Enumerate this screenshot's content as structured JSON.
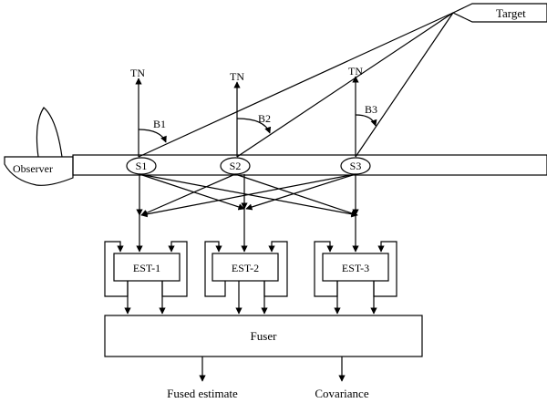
{
  "target": {
    "label": "Target"
  },
  "observer": {
    "label": "Observer"
  },
  "sensors": [
    {
      "id": "S1",
      "north": "TN",
      "bearing": "B1"
    },
    {
      "id": "S2",
      "north": "TN",
      "bearing": "B2"
    },
    {
      "id": "S3",
      "north": "TN",
      "bearing": "B3"
    }
  ],
  "estimators": [
    {
      "label": "EST-1"
    },
    {
      "label": "EST-2"
    },
    {
      "label": "EST-3"
    }
  ],
  "fuser": {
    "label": "Fuser"
  },
  "outputs": {
    "fused_estimate": "Fused estimate",
    "covariance": "Covariance"
  }
}
